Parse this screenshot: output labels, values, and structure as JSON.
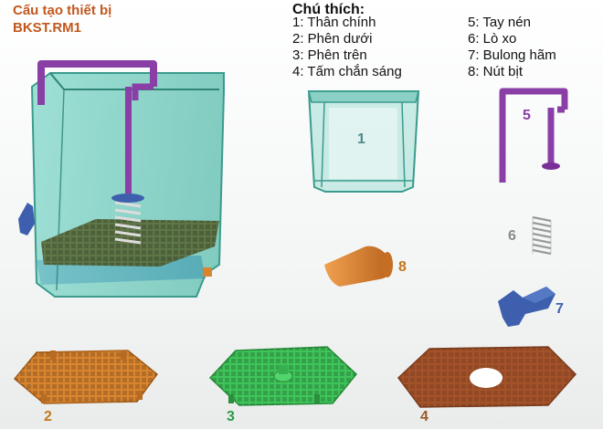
{
  "header": {
    "title_line1": "Cấu tạo thiết bị",
    "title_line2": "BKST.RM1"
  },
  "legend": {
    "heading": "Chú thích:",
    "items": [
      "1: Thân chính",
      "2: Phên dưới",
      "3: Phên trên",
      "4: Tấm chắn sáng",
      "5: Tay nén",
      "6: Lò xo",
      "7: Bulong hãm",
      "8: Nút bịt"
    ]
  },
  "parts": {
    "p1": "1",
    "p2": "2",
    "p3": "3",
    "p4": "4",
    "p5": "5",
    "p6": "6",
    "p7": "7",
    "p8": "8"
  },
  "colors": {
    "title": "#c2571c",
    "body_teal": "#5fc8b8",
    "handle_purple": "#8a3fa6",
    "orange": "#d9852f",
    "green": "#3fc45a",
    "brown": "#a3522a",
    "blue": "#3d5fae",
    "gray": "#8a8a8a"
  }
}
